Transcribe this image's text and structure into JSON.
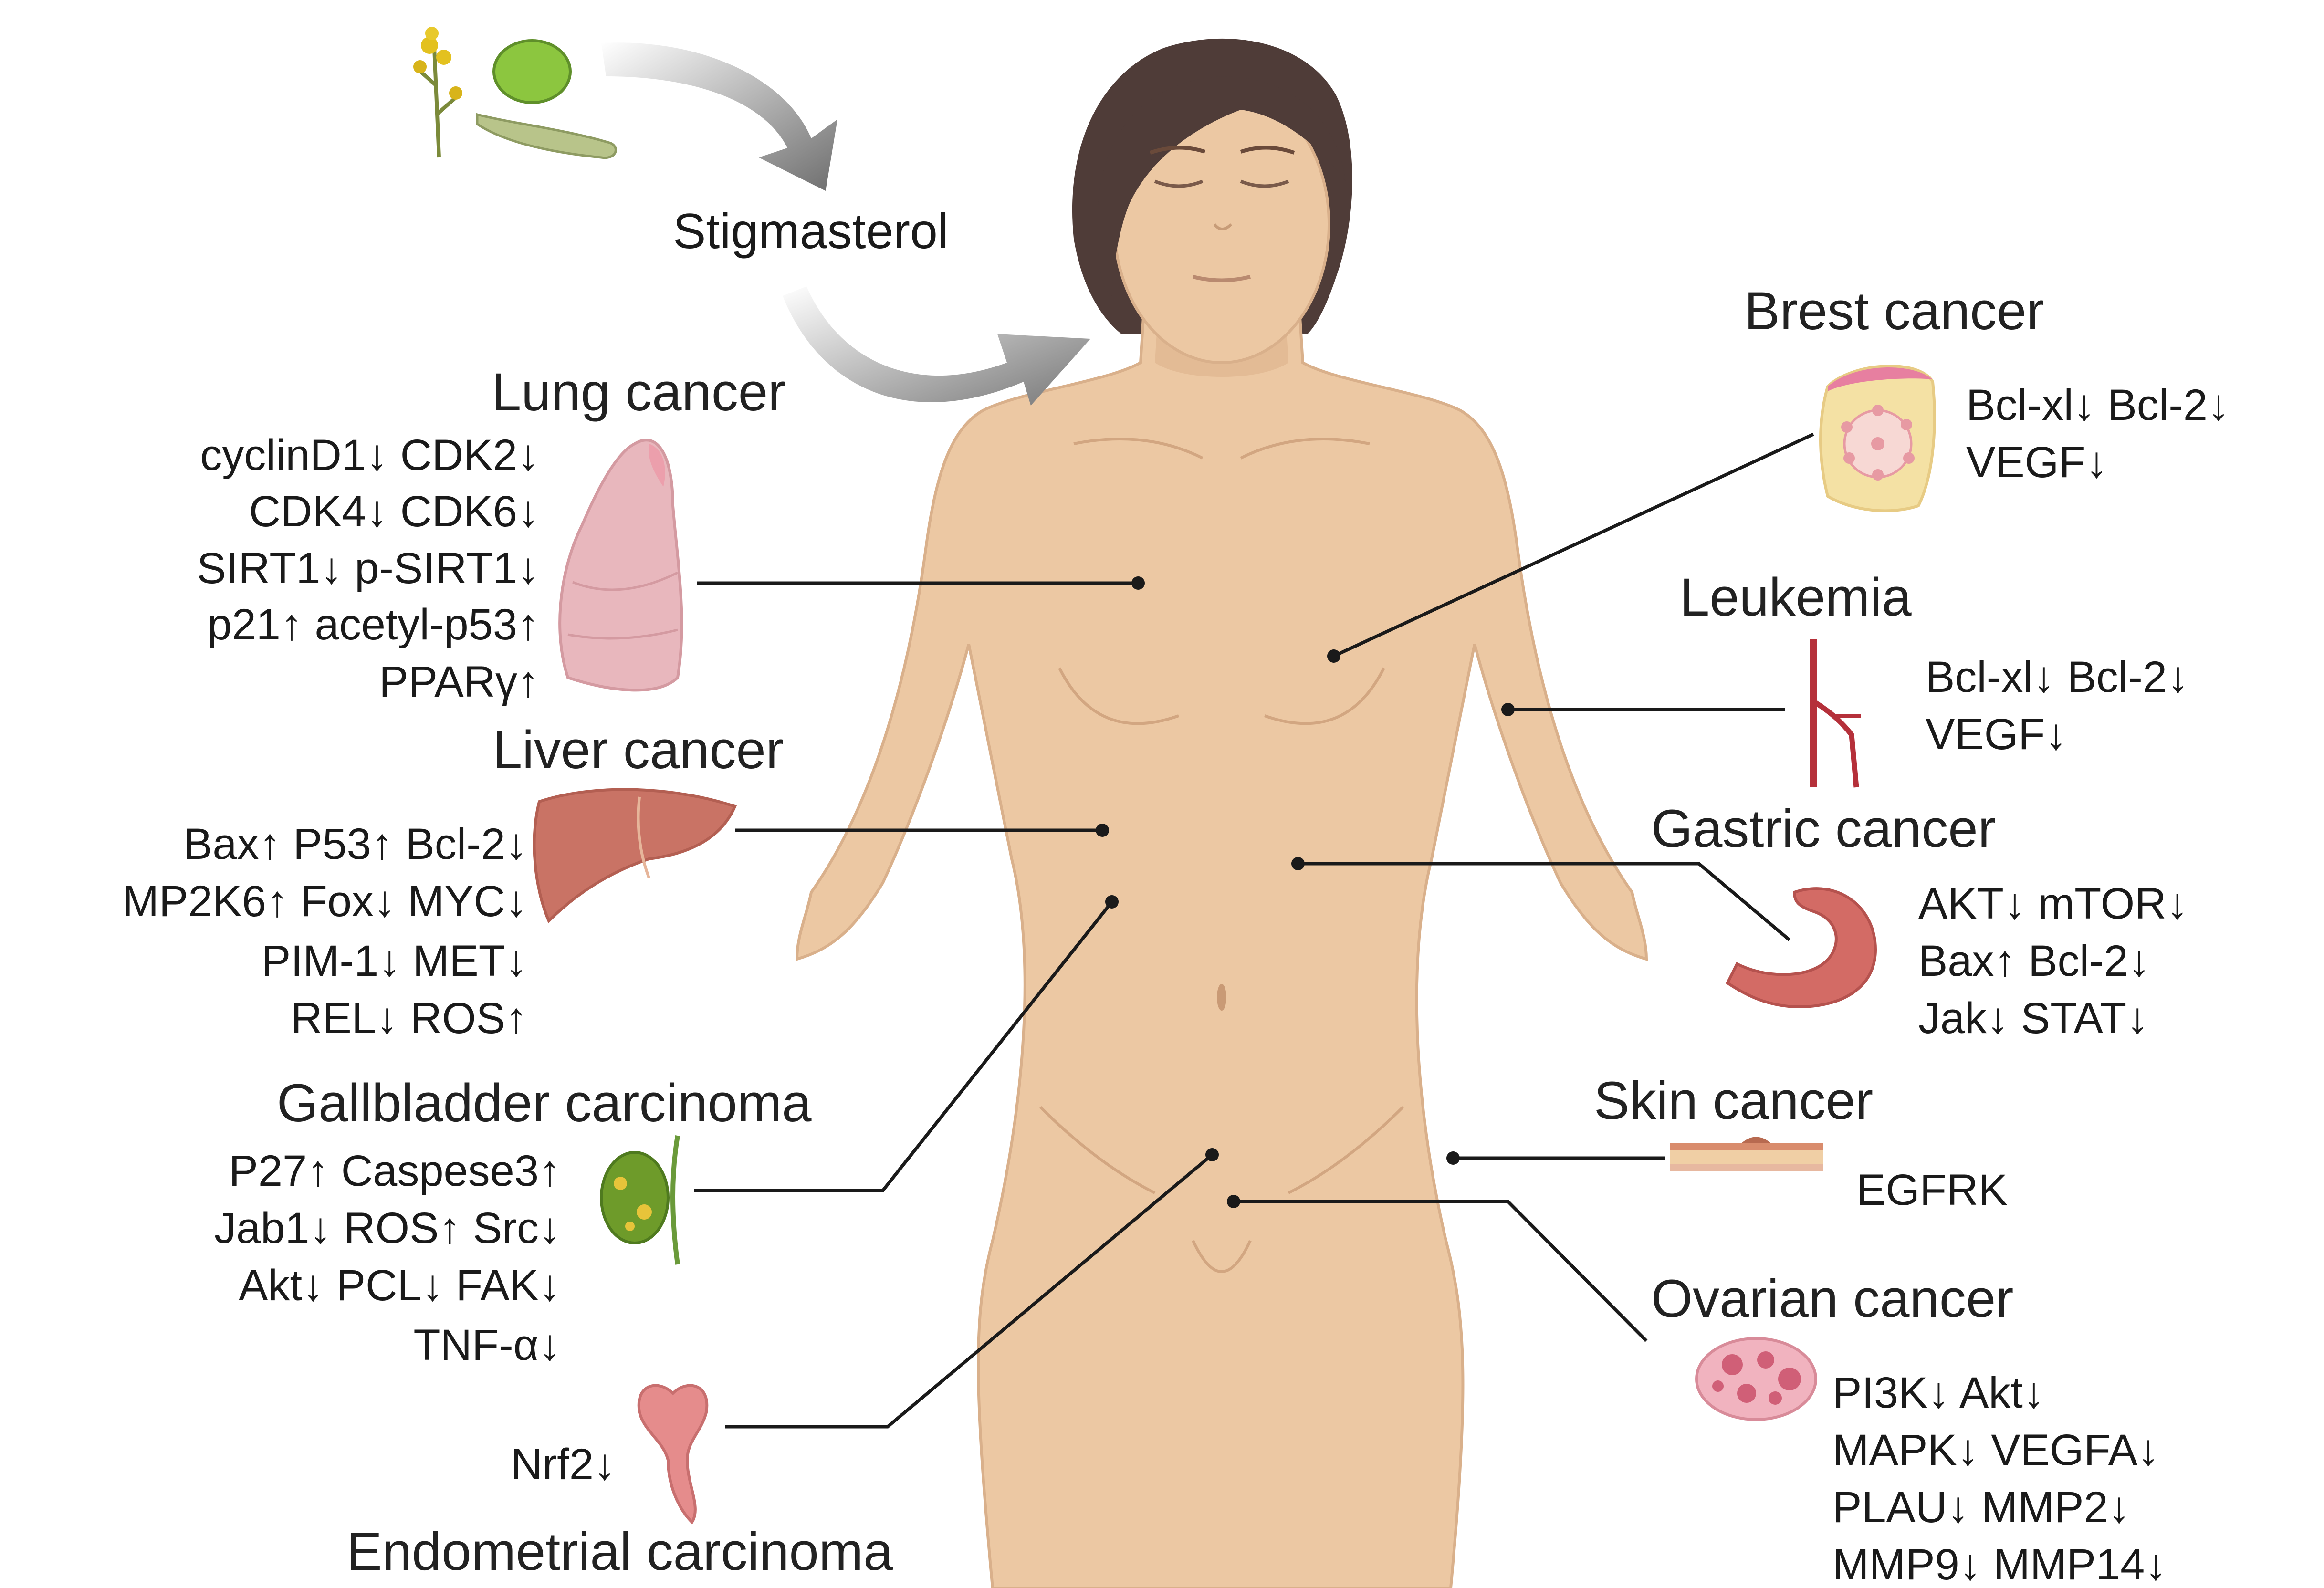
{
  "central_label": "Stigmasterol",
  "colors": {
    "skin": "#ecc8a3",
    "skin_shadow": "#d8ae88",
    "hair": "#4f3c38",
    "arrow": "#6e6e6e",
    "line": "#1a1a1a"
  },
  "cancers": {
    "lung": {
      "title": "Lung cancer",
      "icon": "lung-icon",
      "markers": [
        "cyclinD1↓ CDK2↓",
        "CDK4↓ CDK6↓",
        "SIRT1↓ p-SIRT1↓",
        "p21↑ acetyl-p53↑",
        "PPARγ↑"
      ]
    },
    "liver": {
      "title": "Liver cancer",
      "icon": "liver-icon",
      "markers": [
        "Bax↑ P53↑ Bcl-2↓",
        "MP2K6↑ Fox↓ MYC↓",
        "PIM-1↓ MET↓",
        "REL↓ ROS↑"
      ]
    },
    "gallbladder": {
      "title": "Gallbladder carcinoma",
      "icon": "gallbladder-icon",
      "markers": [
        "P27↑ Caspese3↑",
        "Jab1↓ ROS↑ Src↓",
        "Akt↓ PCL↓ FAK↓",
        "TNF-α↓"
      ]
    },
    "endometrial": {
      "title": "Endometrial carcinoma",
      "icon": "uterus-icon",
      "markers": [
        "Nrf2↓"
      ]
    },
    "breast": {
      "title": "Brest cancer",
      "icon": "breast-icon",
      "markers": [
        "Bcl-xl↓ Bcl-2↓",
        "VEGF↓"
      ]
    },
    "leukemia": {
      "title": "Leukemia",
      "icon": "blood-vessel-icon",
      "markers": [
        "Bcl-xl↓ Bcl-2↓",
        "VEGF↓"
      ]
    },
    "gastric": {
      "title": "Gastric cancer",
      "icon": "stomach-icon",
      "markers": [
        "AKT↓ mTOR↓",
        "Bax↑ Bcl-2↓",
        "Jak↓ STAT↓"
      ]
    },
    "skin": {
      "title": "Skin cancer",
      "icon": "skin-layer-icon",
      "markers": [
        "EGFRK"
      ]
    },
    "ovarian": {
      "title": "Ovarian cancer",
      "icon": "ovary-icon",
      "markers": [
        "PI3K↓ Akt↓",
        "MAPK↓ VEGFA↓",
        "PLAU↓ MMP2↓",
        "MMP9↓  MMP14↓"
      ]
    }
  }
}
